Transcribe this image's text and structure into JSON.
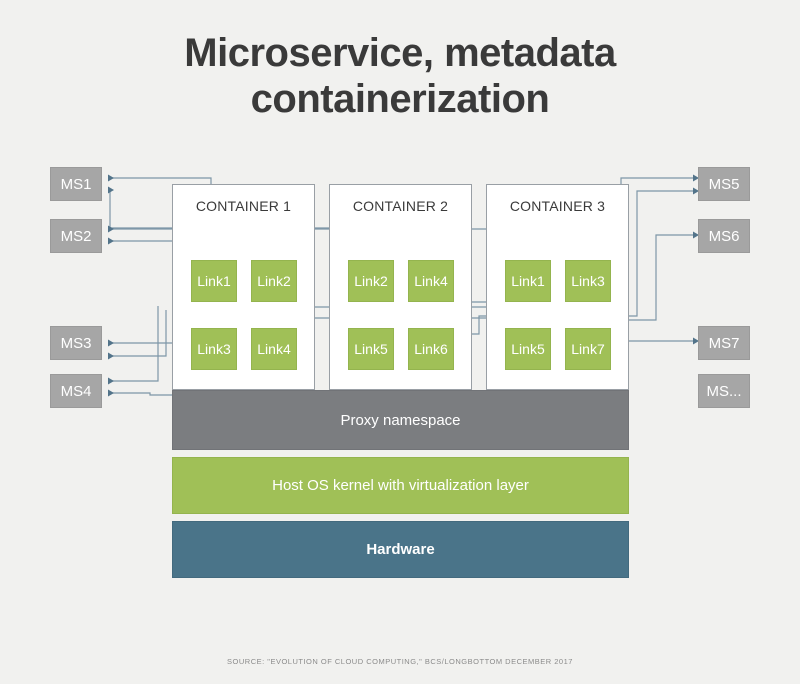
{
  "title": {
    "line1": "Microservice, metadata",
    "line2": "containerization"
  },
  "microservices_left": [
    {
      "label": "MS1"
    },
    {
      "label": "MS2"
    },
    {
      "label": "MS3"
    },
    {
      "label": "MS4"
    }
  ],
  "microservices_right": [
    {
      "label": "MS5"
    },
    {
      "label": "MS6"
    },
    {
      "label": "MS7"
    },
    {
      "label": "MS..."
    }
  ],
  "containers": [
    {
      "title": "CONTAINER 1",
      "links": [
        "Link1",
        "Link2",
        "Link3",
        "Link4"
      ]
    },
    {
      "title": "CONTAINER 2",
      "links": [
        "Link2",
        "Link4",
        "Link5",
        "Link6"
      ]
    },
    {
      "title": "CONTAINER 3",
      "links": [
        "Link1",
        "Link3",
        "Link5",
        "Link7"
      ]
    }
  ],
  "layers": [
    {
      "label": "Proxy namespace"
    },
    {
      "label": "Host OS kernel with virtualization layer"
    },
    {
      "label": "Hardware"
    }
  ],
  "source": "SOURCE: \"EVOLUTION OF CLOUD COMPUTING,\" BCS/LONGBOTTOM DECEMBER 2017",
  "colors": {
    "background": "#f1f1ef",
    "link_green": "#a0c057",
    "ms_gray": "#a6a6a6",
    "proxy_gray": "#7b7d80",
    "hardware_blue": "#4a7489",
    "wire": "#7e97a8",
    "title_text": "#3a3a3a"
  }
}
